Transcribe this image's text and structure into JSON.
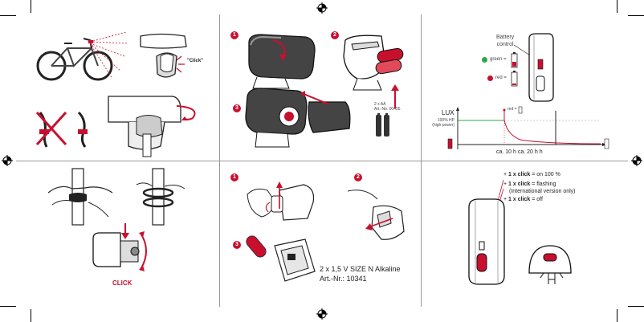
{
  "panel_tr": {
    "battery_control": [
      "Battery",
      "control"
    ],
    "green_label": "green =",
    "red_label": "red =",
    "lux_label": "LUX",
    "hp_label": [
      "100% HP",
      "(high power)"
    ],
    "red_small": "red =",
    "time_label": "ca. 10 h ca. 20 h h"
  },
  "panel_tl": {
    "click_label": "\"Click\""
  },
  "panel_tm": {
    "step1": "1",
    "step2": "2",
    "step3": "3",
    "aa_label": [
      "2 x AA",
      "Art.-No. 00455"
    ]
  },
  "panel_bl": {
    "click_label": "CLICK"
  },
  "panel_bm": {
    "step1": "1",
    "step2": "2",
    "step3": "3",
    "battery_spec": "2 x 1,5 V SIZE N Alkaline",
    "article_no": "Art.-Nr.: 10341"
  },
  "panel_br": {
    "mode1_pre": "+ ",
    "mode1_bold": "1 x click",
    "mode1_rest": " = on 100 %",
    "mode2_pre": "+ ",
    "mode2_bold": "1 x click",
    "mode2_rest": " = flashing",
    "mode2_note": "(International version only)",
    "mode3_pre": "+ ",
    "mode3_bold": "1 x click",
    "mode3_rest": " = off"
  },
  "colors": {
    "accent_red": "#c8102e",
    "status_green": "#2ea84a",
    "line_gray": "#999999"
  }
}
